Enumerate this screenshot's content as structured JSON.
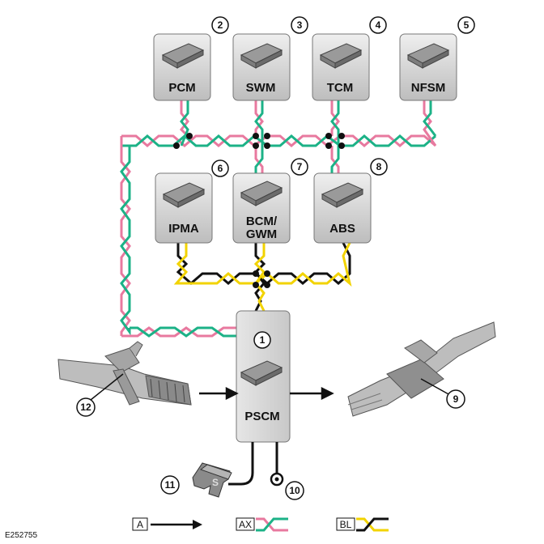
{
  "modules": [
    {
      "id": "pcm",
      "label": "PCM",
      "number": "2"
    },
    {
      "id": "swm",
      "label": "SWM",
      "number": "3"
    },
    {
      "id": "tcm",
      "label": "TCM",
      "number": "4"
    },
    {
      "id": "nfsm",
      "label": "NFSM",
      "number": "5"
    },
    {
      "id": "ipma",
      "label": "IPMA",
      "number": "6"
    },
    {
      "id": "bcm",
      "label": "BCM/",
      "label2": "GWM",
      "number": "7"
    },
    {
      "id": "abs",
      "label": "ABS",
      "number": "8"
    }
  ],
  "pscm": {
    "label": "PSCM",
    "number": "1"
  },
  "callouts": {
    "ground": "10",
    "fuse": "11",
    "rack_left": "12",
    "rack_right": "9"
  },
  "legend": {
    "a": "A",
    "ax": "AX",
    "bl": "BL"
  },
  "figure_id": "E252755",
  "colors": {
    "pink": "#e8799f",
    "green": "#1cb287",
    "yellow": "#f2d300",
    "black": "#111111",
    "module_fill": "#d4d4d4"
  }
}
